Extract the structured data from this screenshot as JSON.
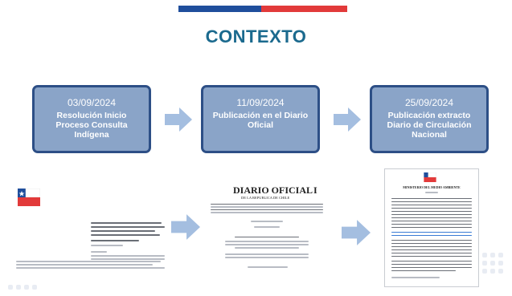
{
  "header": {
    "title": "CONTEXTO"
  },
  "timeline": [
    {
      "date": "03/09/2024",
      "label": "Resolución Inicio Proceso Consulta Indígena"
    },
    {
      "date": "11/09/2024",
      "label": "Publicación en el Diario Oficial"
    },
    {
      "date": "25/09/2024",
      "label": "Publicación extracto Diario de Circulación Nacional"
    }
  ],
  "documents": {
    "diario_title": "DIARIO OFICIAL",
    "diario_sub": "DE LA REPUBLICA DE CHILE",
    "diario_number": "I",
    "extract_heading": "MINISTERIO DEL MEDIO AMBIENTE"
  },
  "colors": {
    "step_fill": "#8aa4c8",
    "step_border": "#2d4f86",
    "arrow": "#a4bee0",
    "title": "#1b6a8e"
  }
}
